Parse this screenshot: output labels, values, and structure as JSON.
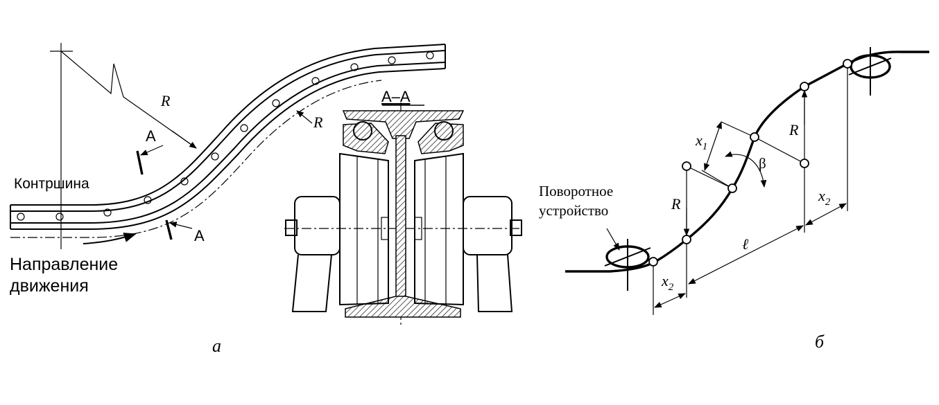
{
  "panel_a": {
    "caption": "а",
    "label_kontrshina": "Контршина",
    "label_direction_line1": "Направление",
    "label_direction_line2": "движения",
    "label_R_main": "R",
    "label_R_small": "R",
    "label_A_top": "А",
    "label_A_bottom": "А",
    "section_title": "А–А"
  },
  "panel_b": {
    "caption": "б",
    "label_device_line1": "Поворотное",
    "label_device_line2": "устройство",
    "label_R_left": "R",
    "label_R_right": "R",
    "label_x1": "x",
    "label_x1_sub": "1",
    "label_x2_left": "x",
    "label_x2_left_sub": "2",
    "label_x2_right": "x",
    "label_x2_right_sub": "2",
    "label_beta": "β",
    "label_l": "ℓ"
  }
}
